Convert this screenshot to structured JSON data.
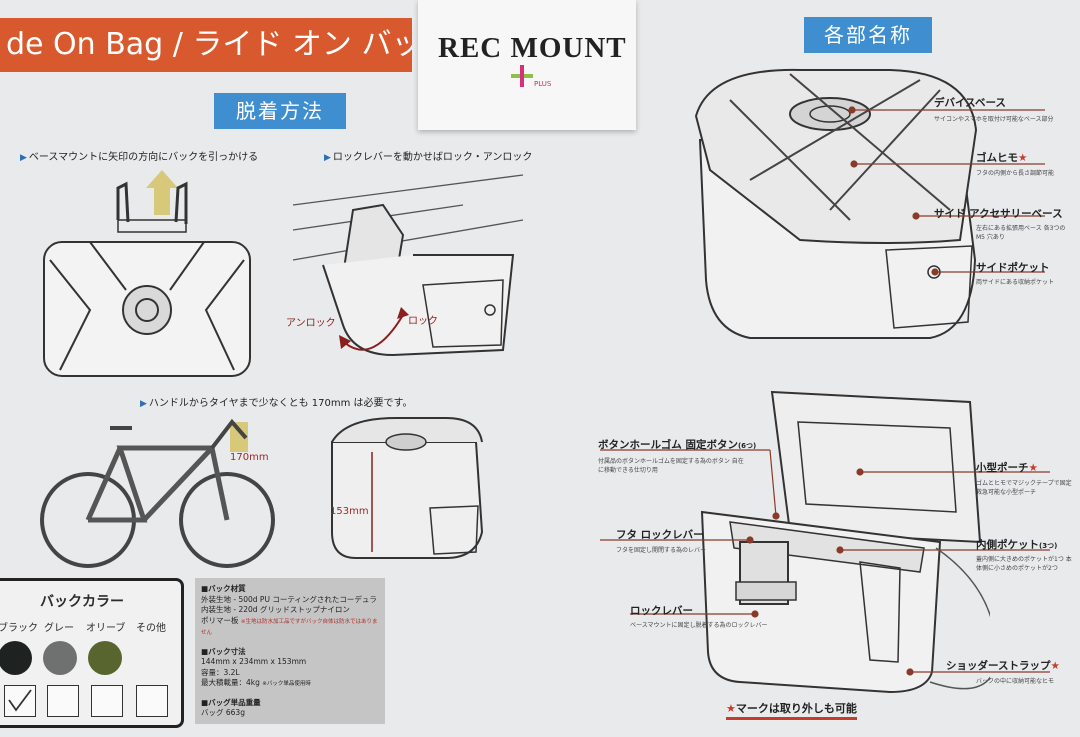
{
  "header": {
    "title": "de On Bag / ライド オン バッグ",
    "logo_text": "REC MOUNT",
    "logo_sub": "PLUS"
  },
  "left": {
    "section_title": "脱着方法",
    "step1": "ベースマウントに矢印の方向にバックを引っかける",
    "step2": "ロックレバーを動かせばロック・アンロック",
    "unlock": "アンロック",
    "lock": "ロック",
    "step3": "ハンドルからタイヤまで少なくとも 170mm は必要です。",
    "dim_170": "170mm",
    "dim_153": "153mm"
  },
  "colors": {
    "title": "バックカラー",
    "names": [
      "ブラック",
      "グレー",
      "オリーブ",
      "その他"
    ],
    "swatches": [
      "#1e2321",
      "#6f7171",
      "#58652f",
      "#f1f1f1"
    ],
    "selected_index": 0
  },
  "specs": {
    "material_heading": "バック材質",
    "outer": "外装生地 - 500d PU コーティングされたコーデュラ",
    "inner": "内装生地 - 220d グリッドストップナイロン",
    "frame": "ポリマー板",
    "material_note": "※生地は防水加工品ですがバック自体は防水ではありません",
    "size_heading": "バック寸法",
    "size": "144mm x 234mm x 153mm",
    "volume": "容量：3.2L",
    "max_load": "最大積載量：4kg",
    "max_load_note": "※バック単品使用時",
    "weight_heading": "バッグ単品重量",
    "weight": "バッグ 663g"
  },
  "right": {
    "section_title": "各部名称",
    "parts_top": [
      {
        "label": "デバイスベース",
        "sub": "サイコンやスマホを取付け可能なベース部分"
      },
      {
        "label": "ゴムヒモ",
        "star": "★",
        "sub": "フタの内側から長さ調節可能"
      },
      {
        "label": "サイド アクセサリーベース",
        "sub": "左右にある拡張用ベース 各3つのM5 穴あり"
      },
      {
        "label": "サイドポケット",
        "sub": "両サイドにある収納ポケット"
      }
    ],
    "parts_bottom": [
      {
        "label": "ボタンホールゴム 固定ボタン",
        "count": "(6つ)",
        "sub": "付属品のボタンホールゴムを固定する為のボタン 自在に移動できる仕切り用"
      },
      {
        "label": "小型ポーチ",
        "star": "★",
        "sub": "ゴムとヒモでマジックテープで固定 救急可能な小型ポーチ"
      },
      {
        "label": "フタ ロックレバー",
        "sub": "フタを固定し開閉する為のレバー"
      },
      {
        "label": "内側ポケット",
        "count": "(3つ)",
        "sub": "蓋内側に大きめのポケットが1つ 本体側に小さめのポケットが2つ"
      },
      {
        "label": "ロックレバー",
        "sub": "ベースマウントに固定し脱着する為のロックレバー"
      },
      {
        "label": "ショッダーストラップ",
        "star": "★",
        "sub": "バックの中に収納可能なヒモ"
      }
    ],
    "footnote_star": "★",
    "footnote": "マークは取り外しも可能"
  }
}
